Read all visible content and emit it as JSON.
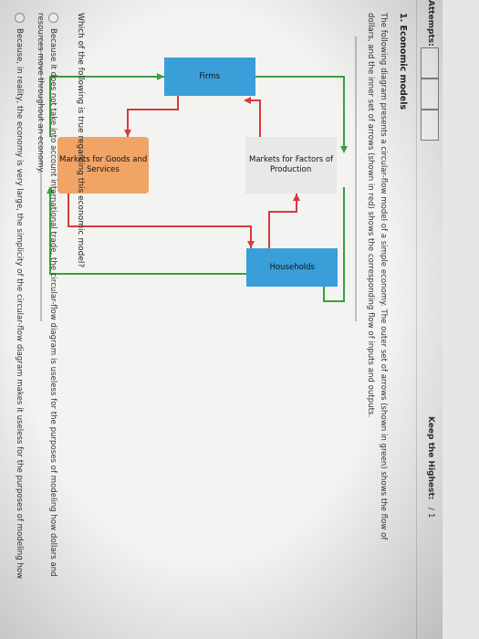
{
  "header": {
    "attempts_label": "Attempts:",
    "highest_label": "Keep the Highest:",
    "highest_value": "/ 1"
  },
  "question": {
    "title": "1. Economic models",
    "description": "The following diagram presents a circular-flow model of a simple economy. The outer set of arrows (shown in green) shows the flow of dollars, and the inner set of arrows (shown in red) shows the corresponding flow of inputs and outputs."
  },
  "diagram": {
    "firms": "Firms",
    "households": "Households",
    "goods_market": "Markets for Goods and Services",
    "factors_market": "Markets for Factors of Production",
    "colors": {
      "outer_arrows": "#3e9d3e",
      "inner_arrows": "#d63b3b",
      "agents": "#3a9ed9",
      "goods": "#f0a466"
    }
  },
  "prompt": "Which of the following is true regarding this economic model?",
  "options": [
    "Because it does not take into account international trade, the circular-flow diagram is useless for the purposes of modeling how dollars and resources move throughout an economy.",
    "Because, in reality, the economy is very large, the simplicity of the circular-flow diagram makes it useless for the purposes of modeling how"
  ],
  "taskbar": {
    "icons": [
      "tool-icon",
      "window-icon",
      "folder-icon",
      "text-icon",
      "people-icon",
      "calendar-icon",
      "edge-icon",
      "chrome-icon"
    ]
  }
}
